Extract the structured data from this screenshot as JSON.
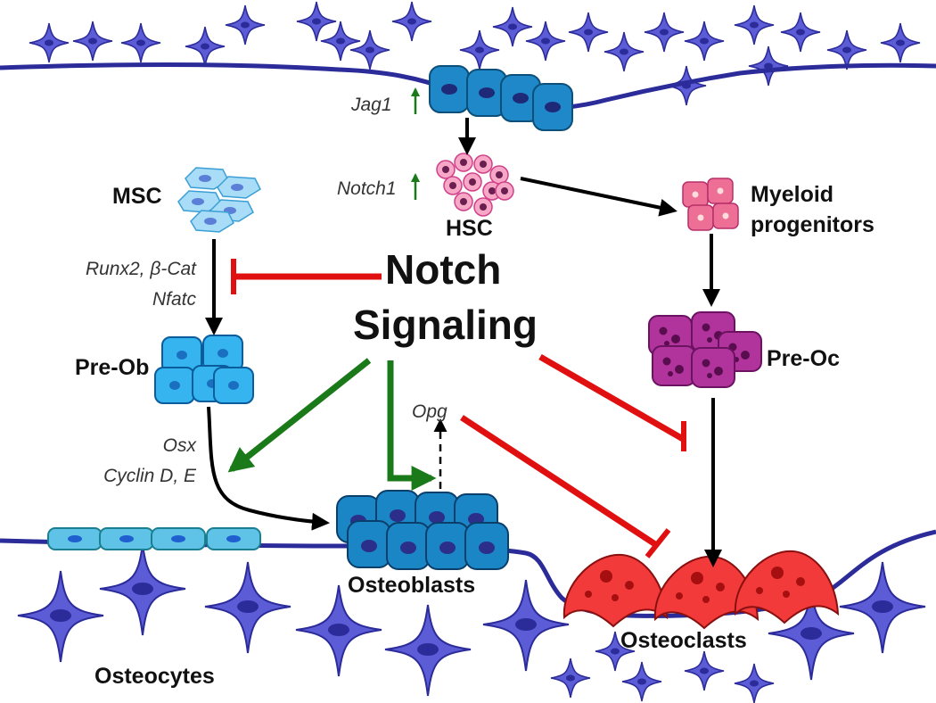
{
  "diagram": {
    "center_title_line1": "Notch",
    "center_title_line2": "Signaling",
    "cells": {
      "msc": "MSC",
      "hsc": "HSC",
      "myeloid_line1": "Myeloid",
      "myeloid_line2": "progenitors",
      "pre_ob": "Pre-Ob",
      "pre_oc": "Pre-Oc",
      "osteoblasts": "Osteoblasts",
      "osteoclasts": "Osteoclasts",
      "osteocytes": "Osteocytes"
    },
    "genes": {
      "jag1": "Jag1",
      "notch1": "Notch1",
      "runx2_line1": "Runx2, β-Cat",
      "nfatc": "Nfatc",
      "osx": "Osx",
      "cyclin": "Cyclin D, E",
      "opg": "Opg"
    },
    "colors": {
      "activation": "#1a7a1a",
      "inhibition": "#e01010",
      "flow": "#000000",
      "bone_surface": "#2b2b99",
      "osteocyte": "#5c5cd6",
      "hsc_niche_cell": "#1e88c8",
      "hsc": "#f48fb1",
      "msc": "#9fd8f5",
      "pre_ob": "#35b4f0",
      "osteoblast": "#1b86c6",
      "myeloid": "#ee6f95",
      "pre_oc": "#b0349c",
      "osteoclast": "#f23a3a"
    },
    "icons": [
      "osteocyte-icon",
      "msc-cell-icon",
      "hsc-cell-icon",
      "myeloid-cell-icon",
      "pre-osteoblast-icon",
      "pre-osteoclast-icon",
      "osteoblast-icon",
      "osteoclast-icon",
      "lining-cell-icon",
      "up-arrow-icon"
    ]
  }
}
